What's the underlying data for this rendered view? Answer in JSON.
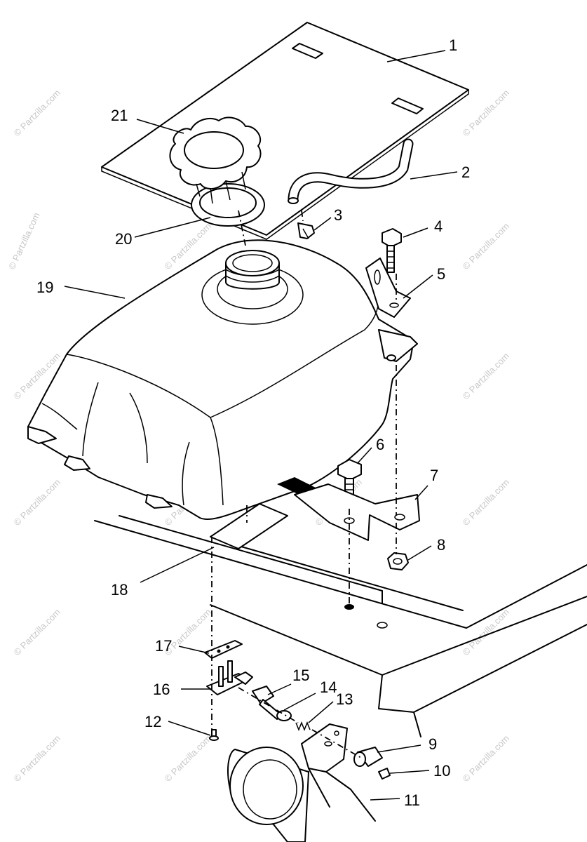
{
  "watermark_text": "© Partzilla.com",
  "callouts": [
    {
      "number": "1"
    },
    {
      "number": "2"
    },
    {
      "number": "3"
    },
    {
      "number": "4"
    },
    {
      "number": "5"
    },
    {
      "number": "6"
    },
    {
      "number": "7"
    },
    {
      "number": "8"
    },
    {
      "number": "9"
    },
    {
      "number": "10"
    },
    {
      "number": "11"
    },
    {
      "number": "12"
    },
    {
      "number": "13"
    },
    {
      "number": "14"
    },
    {
      "number": "15"
    },
    {
      "number": "16"
    },
    {
      "number": "17"
    },
    {
      "number": "18"
    },
    {
      "number": "19"
    },
    {
      "number": "20"
    },
    {
      "number": "21"
    }
  ]
}
